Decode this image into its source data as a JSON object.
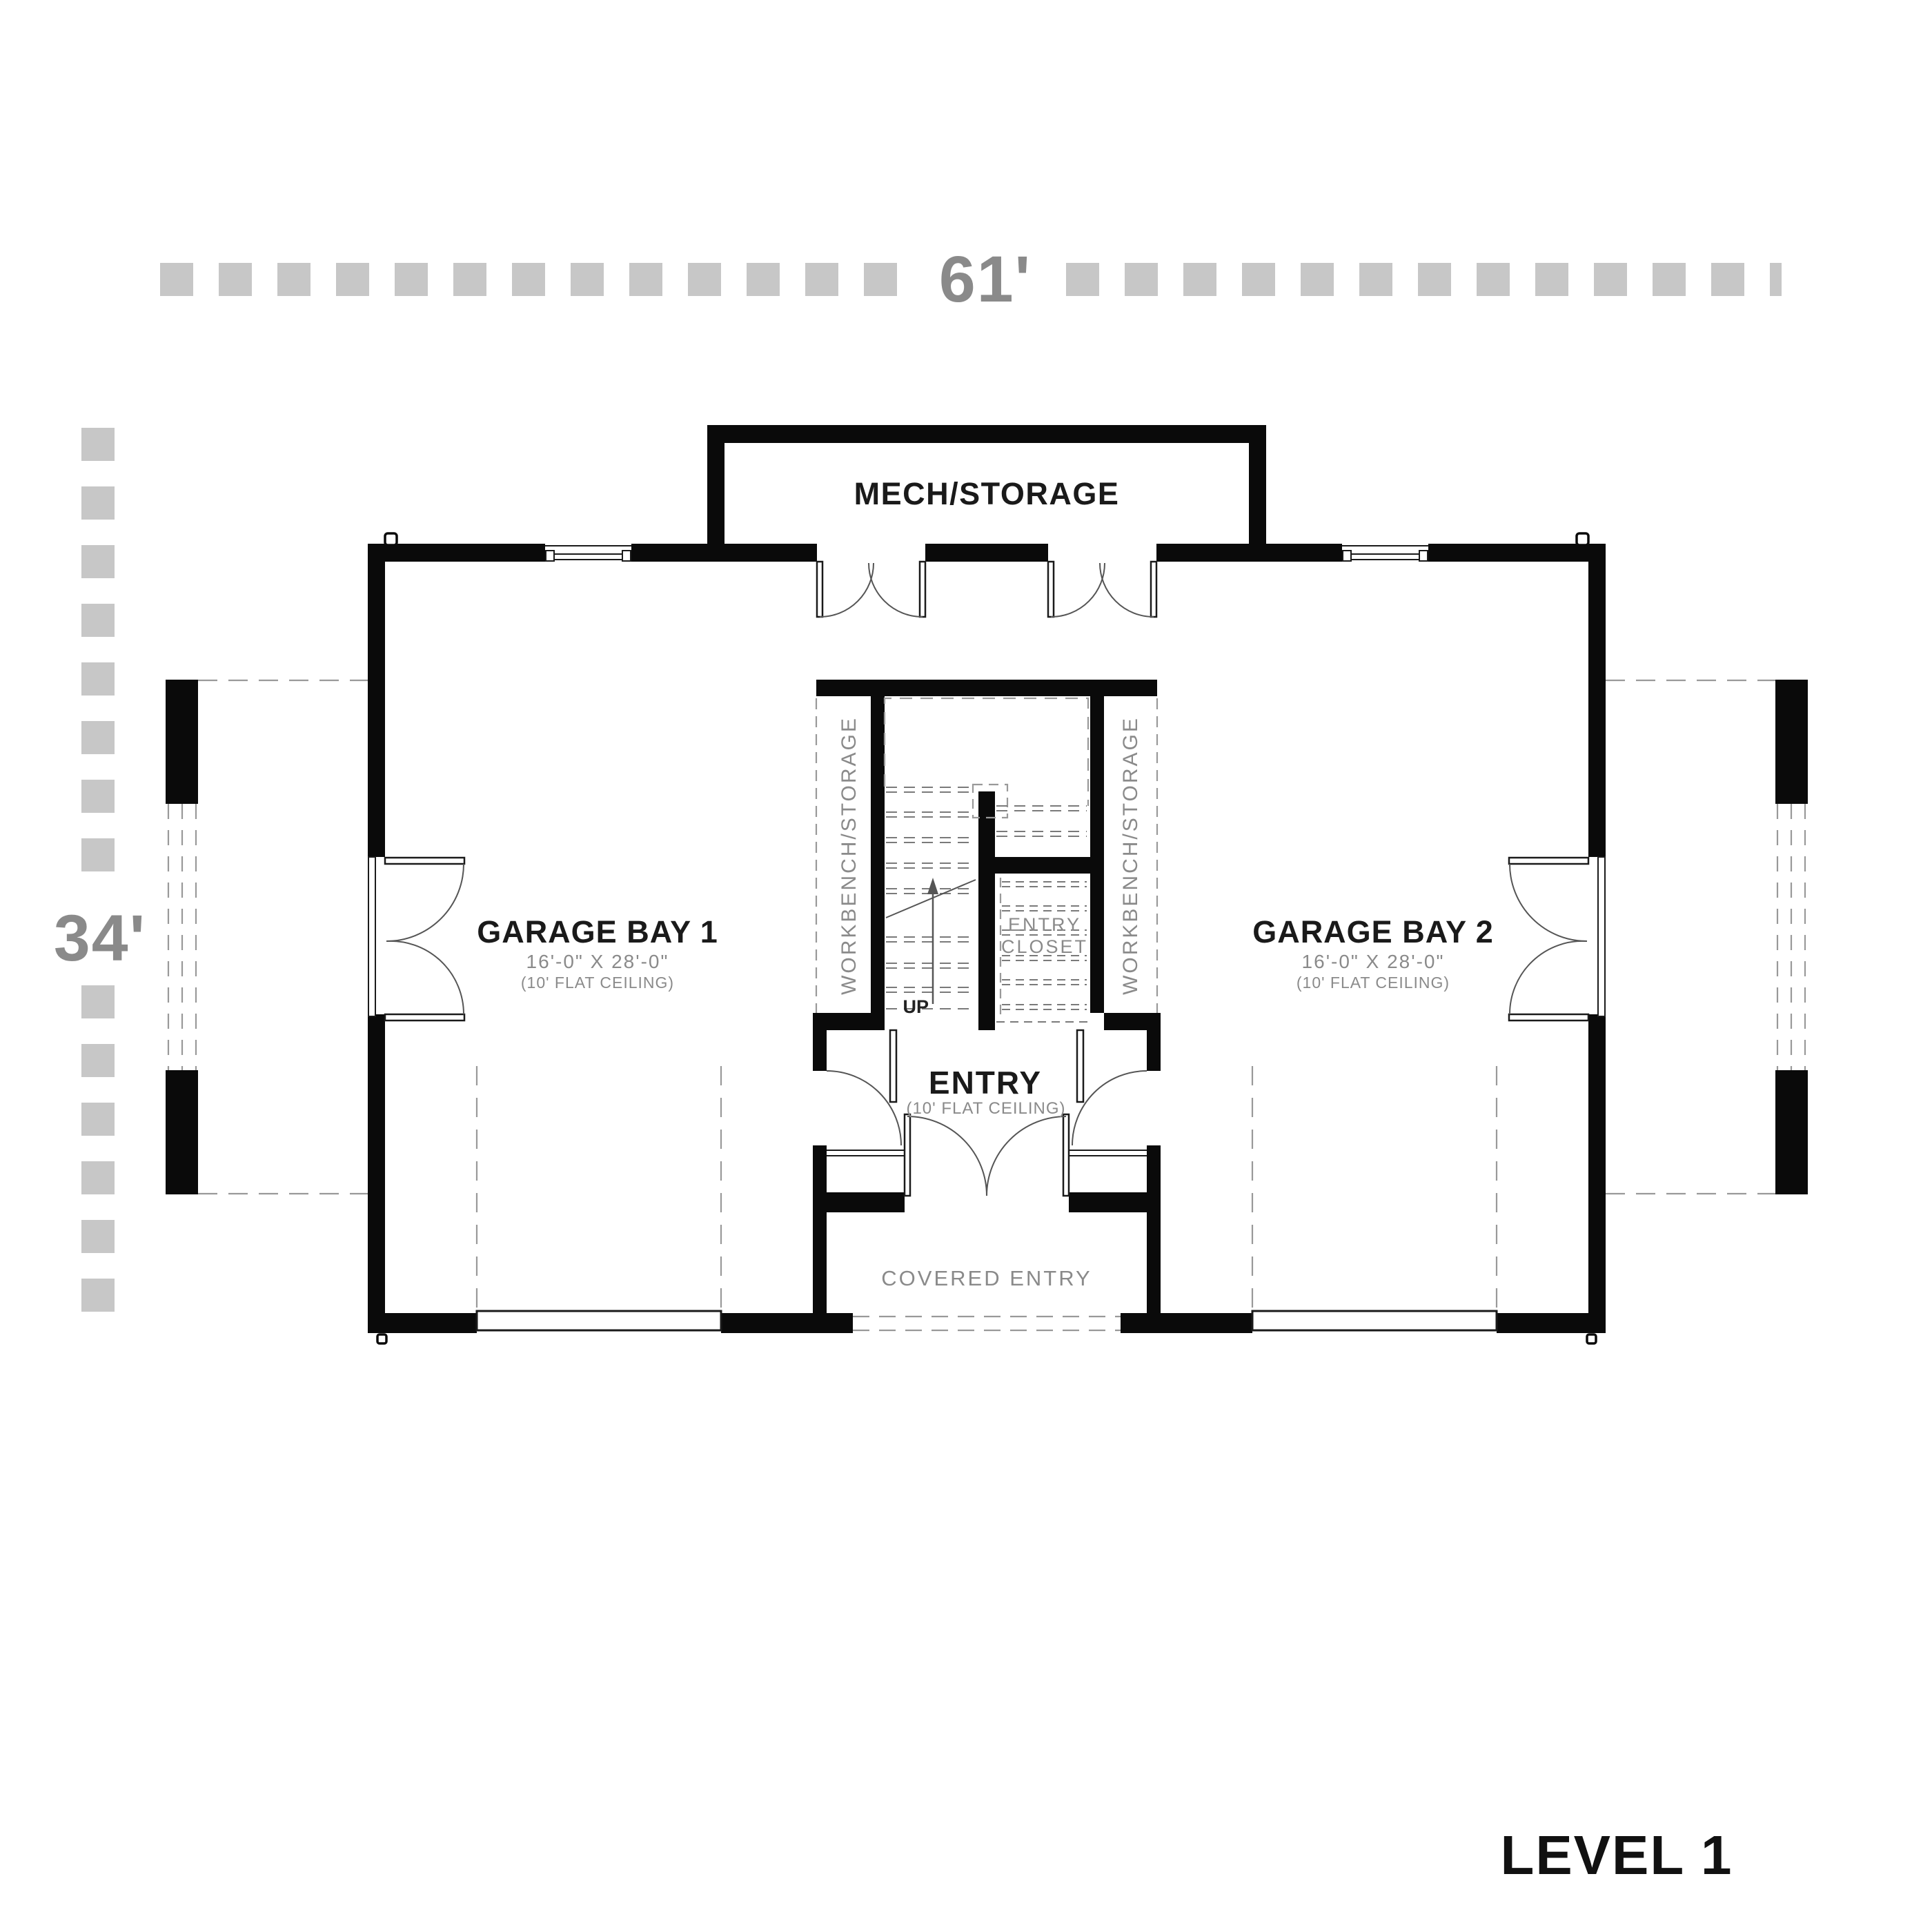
{
  "drawing": {
    "type": "architectural-floor-plan",
    "sheet_label": "LEVEL 1"
  },
  "dimensions": {
    "overall_width": "61'",
    "overall_depth": "34'"
  },
  "rooms": {
    "mech": {
      "name": "MECH/STORAGE"
    },
    "garage_bay_1": {
      "name": "GARAGE BAY 1",
      "size": "16'-0\" X 28'-0\"",
      "ceiling": "(10' FLAT CEILING)"
    },
    "garage_bay_2": {
      "name": "GARAGE BAY 2",
      "size": "16'-0\" X 28'-0\"",
      "ceiling": "(10' FLAT CEILING)"
    },
    "workbench_left": {
      "name": "WORKBENCH/STORAGE"
    },
    "workbench_right": {
      "name": "WORKBENCH/STORAGE"
    },
    "entry_closet": {
      "line1": "ENTRY",
      "line2": "CLOSET"
    },
    "entry": {
      "name": "ENTRY",
      "ceiling": "(10' FLAT CEILING)"
    },
    "covered_entry": {
      "name": "COVERED ENTRY"
    },
    "stairs": {
      "direction_label": "UP"
    }
  },
  "colors": {
    "wall": "#0a0a0a",
    "room_label": "#1a1a1a",
    "gray_label": "#8a8a8a",
    "dim_dash": "#c7c7c7",
    "dashed_line": "#999999",
    "background": "#ffffff"
  }
}
